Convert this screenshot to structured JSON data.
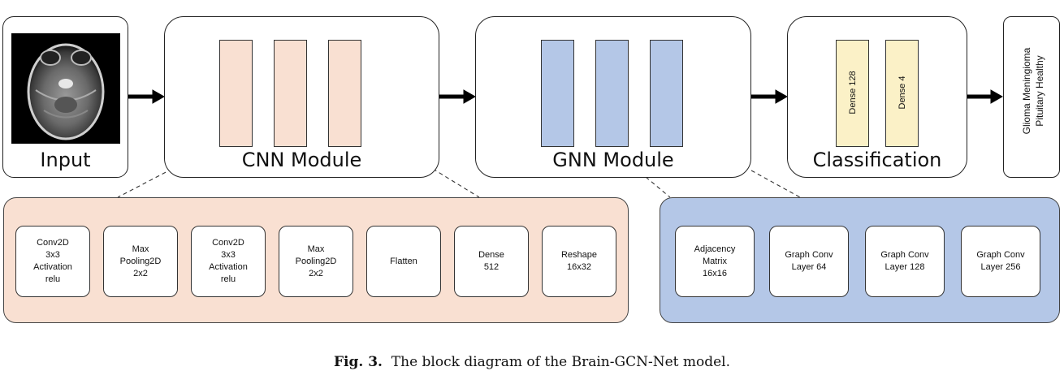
{
  "input": {
    "label": "Input"
  },
  "cnn_module": {
    "label": "CNN Module"
  },
  "gnn_module": {
    "label": "GNN Module"
  },
  "classification": {
    "label": "Classification",
    "layers": [
      "Dense 128",
      "Dense 4"
    ]
  },
  "output": {
    "classes_line1": "Glioma Meningioma",
    "classes_line2": "Pituitary Healthy"
  },
  "cnn_detail": [
    "Conv2D\n3x3\nActivation\nrelu",
    "Max\nPooling2D\n2x2",
    "Conv2D\n3x3\nActivation\nrelu",
    "Max\nPooling2D\n2x2",
    "Flatten",
    "Dense\n512",
    "Reshape\n16x32"
  ],
  "gnn_detail": [
    "Adjacency\nMatrix\n16x16",
    "Graph Conv\nLayer 64",
    "Graph Conv\nLayer 128",
    "Graph Conv\nLayer 256"
  ],
  "caption": {
    "label": "Fig. 3.",
    "text": "The block diagram of the Brain-GCN-Net model."
  },
  "colors": {
    "cnn": "#f9e0d2",
    "gnn": "#b4c7e7",
    "dense": "#fbf1c7"
  }
}
